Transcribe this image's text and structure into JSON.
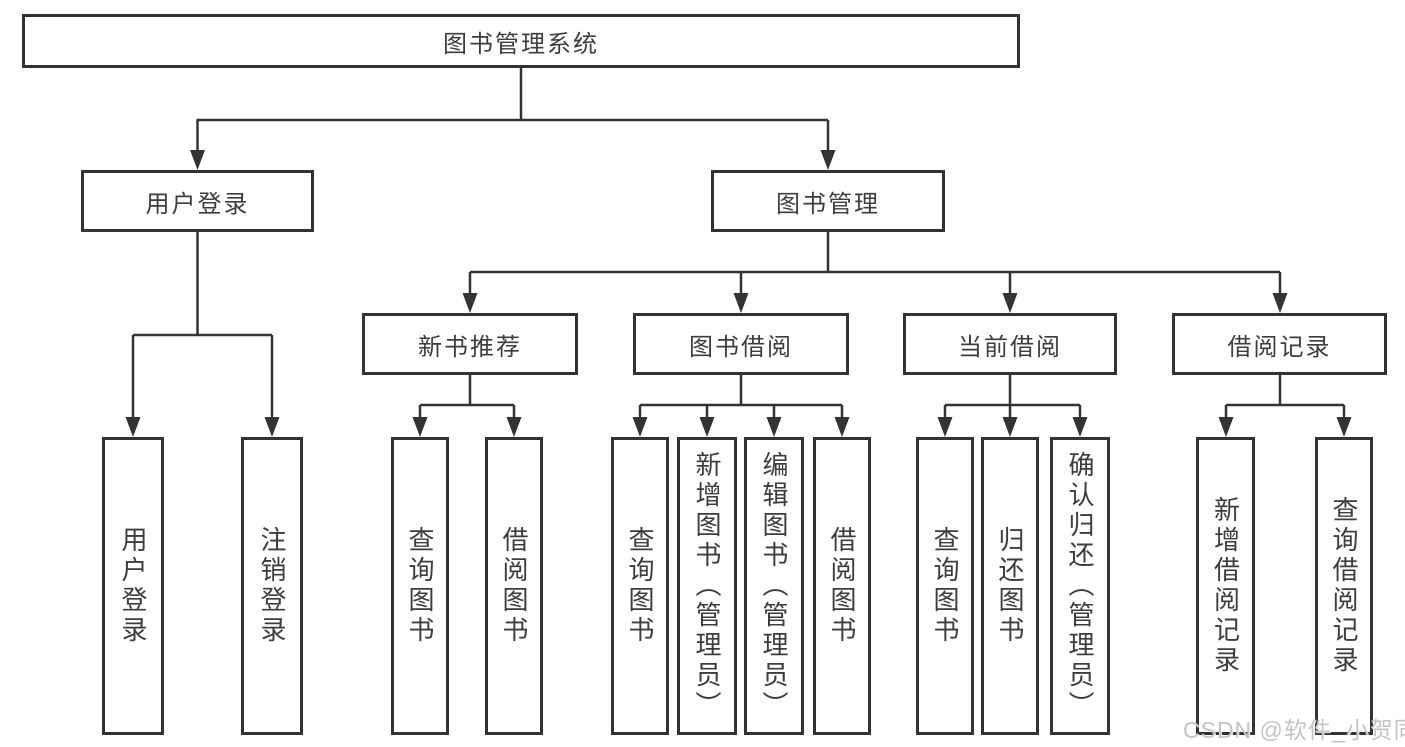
{
  "nodes": {
    "root": "图书管理系统",
    "user_login": "用户登录",
    "book_mgmt": "图书管理",
    "new_book_rec": "新书推荐",
    "book_borrow": "图书借阅",
    "current_borrow": "当前借阅",
    "borrow_records": "借阅记录",
    "leaf_user_login": "用户登录",
    "leaf_logout": "注销登录",
    "leaf_query_book_1": "查询图书",
    "leaf_borrow_book_1": "借阅图书",
    "leaf_query_book_2": "查询图书",
    "leaf_add_book": "新增图书（管理员）",
    "leaf_edit_book": "编辑图书（管理员）",
    "leaf_borrow_book_2": "借阅图书",
    "leaf_query_book_3": "查询图书",
    "leaf_return_book": "归还图书",
    "leaf_confirm_return": "确认归还（管理员）",
    "leaf_add_record": "新增借阅记录",
    "leaf_query_record": "查询借阅记录"
  },
  "hierarchy": {
    "图书管理系统": {
      "用户登录": [
        "用户登录",
        "注销登录"
      ],
      "图书管理": {
        "新书推荐": [
          "查询图书",
          "借阅图书"
        ],
        "图书借阅": [
          "查询图书",
          "新增图书（管理员）",
          "编辑图书（管理员）",
          "借阅图书"
        ],
        "当前借阅": [
          "查询图书",
          "归还图书",
          "确认归还（管理员）"
        ],
        "借阅记录": [
          "新增借阅记录",
          "查询借阅记录"
        ]
      }
    }
  },
  "watermark": "CSDN @软件_小贺同学",
  "colors": {
    "line": "#333333",
    "border": "#333333",
    "text": "#3d3d3d",
    "background": "#ffffff",
    "watermark": "#c4c4c4"
  }
}
